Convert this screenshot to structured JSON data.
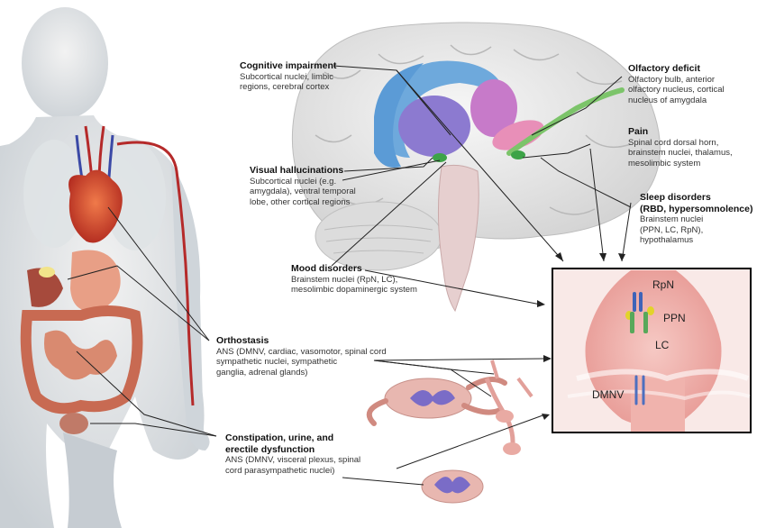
{
  "symptoms": [
    {
      "title": "Cognitive impairment",
      "desc": "Subcortical nuclei, limbic\nregions, cerebral cortex"
    },
    {
      "title": "Olfactory deficit",
      "desc": "Olfactory bulb, anterior\nolfactory nucleus, cortical\nnucleus of amygdala"
    },
    {
      "title": "Pain",
      "desc": "Spinal cord dorsal horn,\nbrainstem nuclei, thalamus,\nmesolimbic system"
    },
    {
      "title": "Visual hallucinations",
      "desc": "Subcortical nuclei (e.g.\namygdala), ventral temporal\nlobe, other cortical regions"
    },
    {
      "title": "Sleep disorders\n(RBD, hypersomnolence)",
      "desc": "Brainstem nuclei\n(PPN, LC, RpN),\nhypothalamus"
    },
    {
      "title": "Mood disorders",
      "desc": "Brainstem nuclei (RpN, LC),\nmesolimbic dopaminergic system"
    },
    {
      "title": "Orthostasis",
      "desc": "ANS (DMNV, cardiac, vasomotor, spinal cord\nsympathetic nuclei, sympathetic\nganglia, adrenal glands)"
    },
    {
      "title": "Constipation, urine, and\nerectile dysfunction",
      "desc": "ANS (DMNV, visceral plexus, spinal\ncord parasympathetic nuclei)"
    }
  ],
  "nuclei": {
    "rpn": "RpN",
    "ppn": "PPN",
    "lc": "LC",
    "dmnv": "DMNV"
  },
  "colors": {
    "rpn": "#3f63b8",
    "ppn": "#e2d32a",
    "lc": "#58a85a",
    "dmnv": "#4d6fbf",
    "brain": "#ececec",
    "limbic_blue": "#6ea9dc",
    "body_red": "#c93a2e"
  }
}
